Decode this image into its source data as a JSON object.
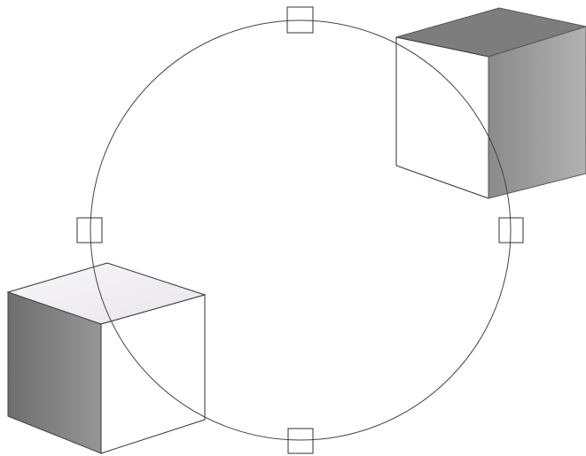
{
  "canvas": {
    "background": "#ffffff",
    "stroke_color": "#333333",
    "selection_ring": {
      "handles": [
        "handle-top",
        "handle-right",
        "handle-bottom",
        "handle-left"
      ]
    }
  },
  "objects": [
    {
      "name": "cube-top-right",
      "faces": {
        "top": "#7d7d7d",
        "front": "#ffffff",
        "right": "#9a9a9a"
      }
    },
    {
      "name": "cube-bottom-left",
      "faces": {
        "top": "#f2f0f4",
        "front": "#ffffff",
        "left": "#7c7c7c"
      }
    }
  ]
}
